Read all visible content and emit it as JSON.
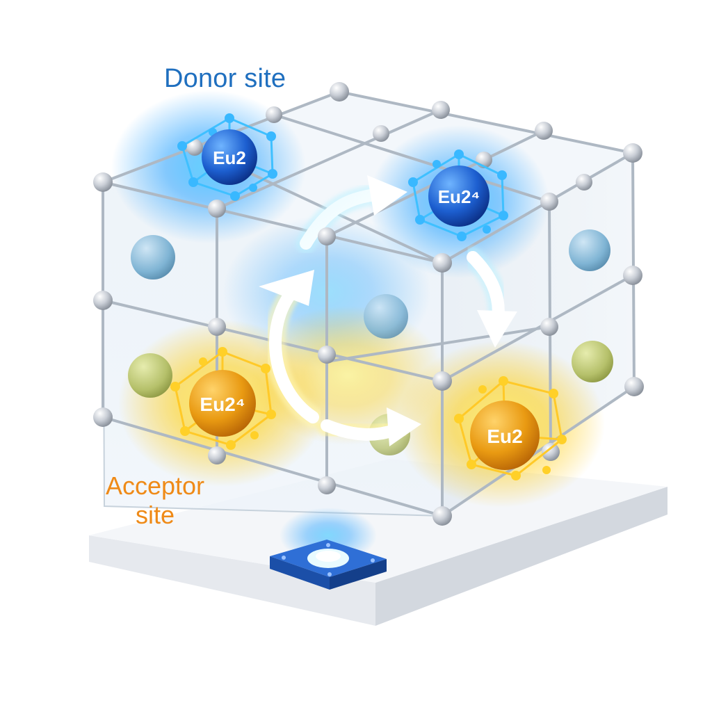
{
  "labels": {
    "donor_site": "Donor site",
    "acceptor_line1": "Acceptor",
    "acceptor_line2": "site"
  },
  "ions": {
    "donor_left": "Eu2",
    "donor_right": "Eu2⁴",
    "acceptor_left": "Eu2⁴",
    "acceptor_right": "Eu2"
  },
  "colors": {
    "donor": "#1f6fbf",
    "acceptor": "#ef8a17",
    "lattice_node": "#c9ced6",
    "base_button": "#2f6fd6"
  }
}
